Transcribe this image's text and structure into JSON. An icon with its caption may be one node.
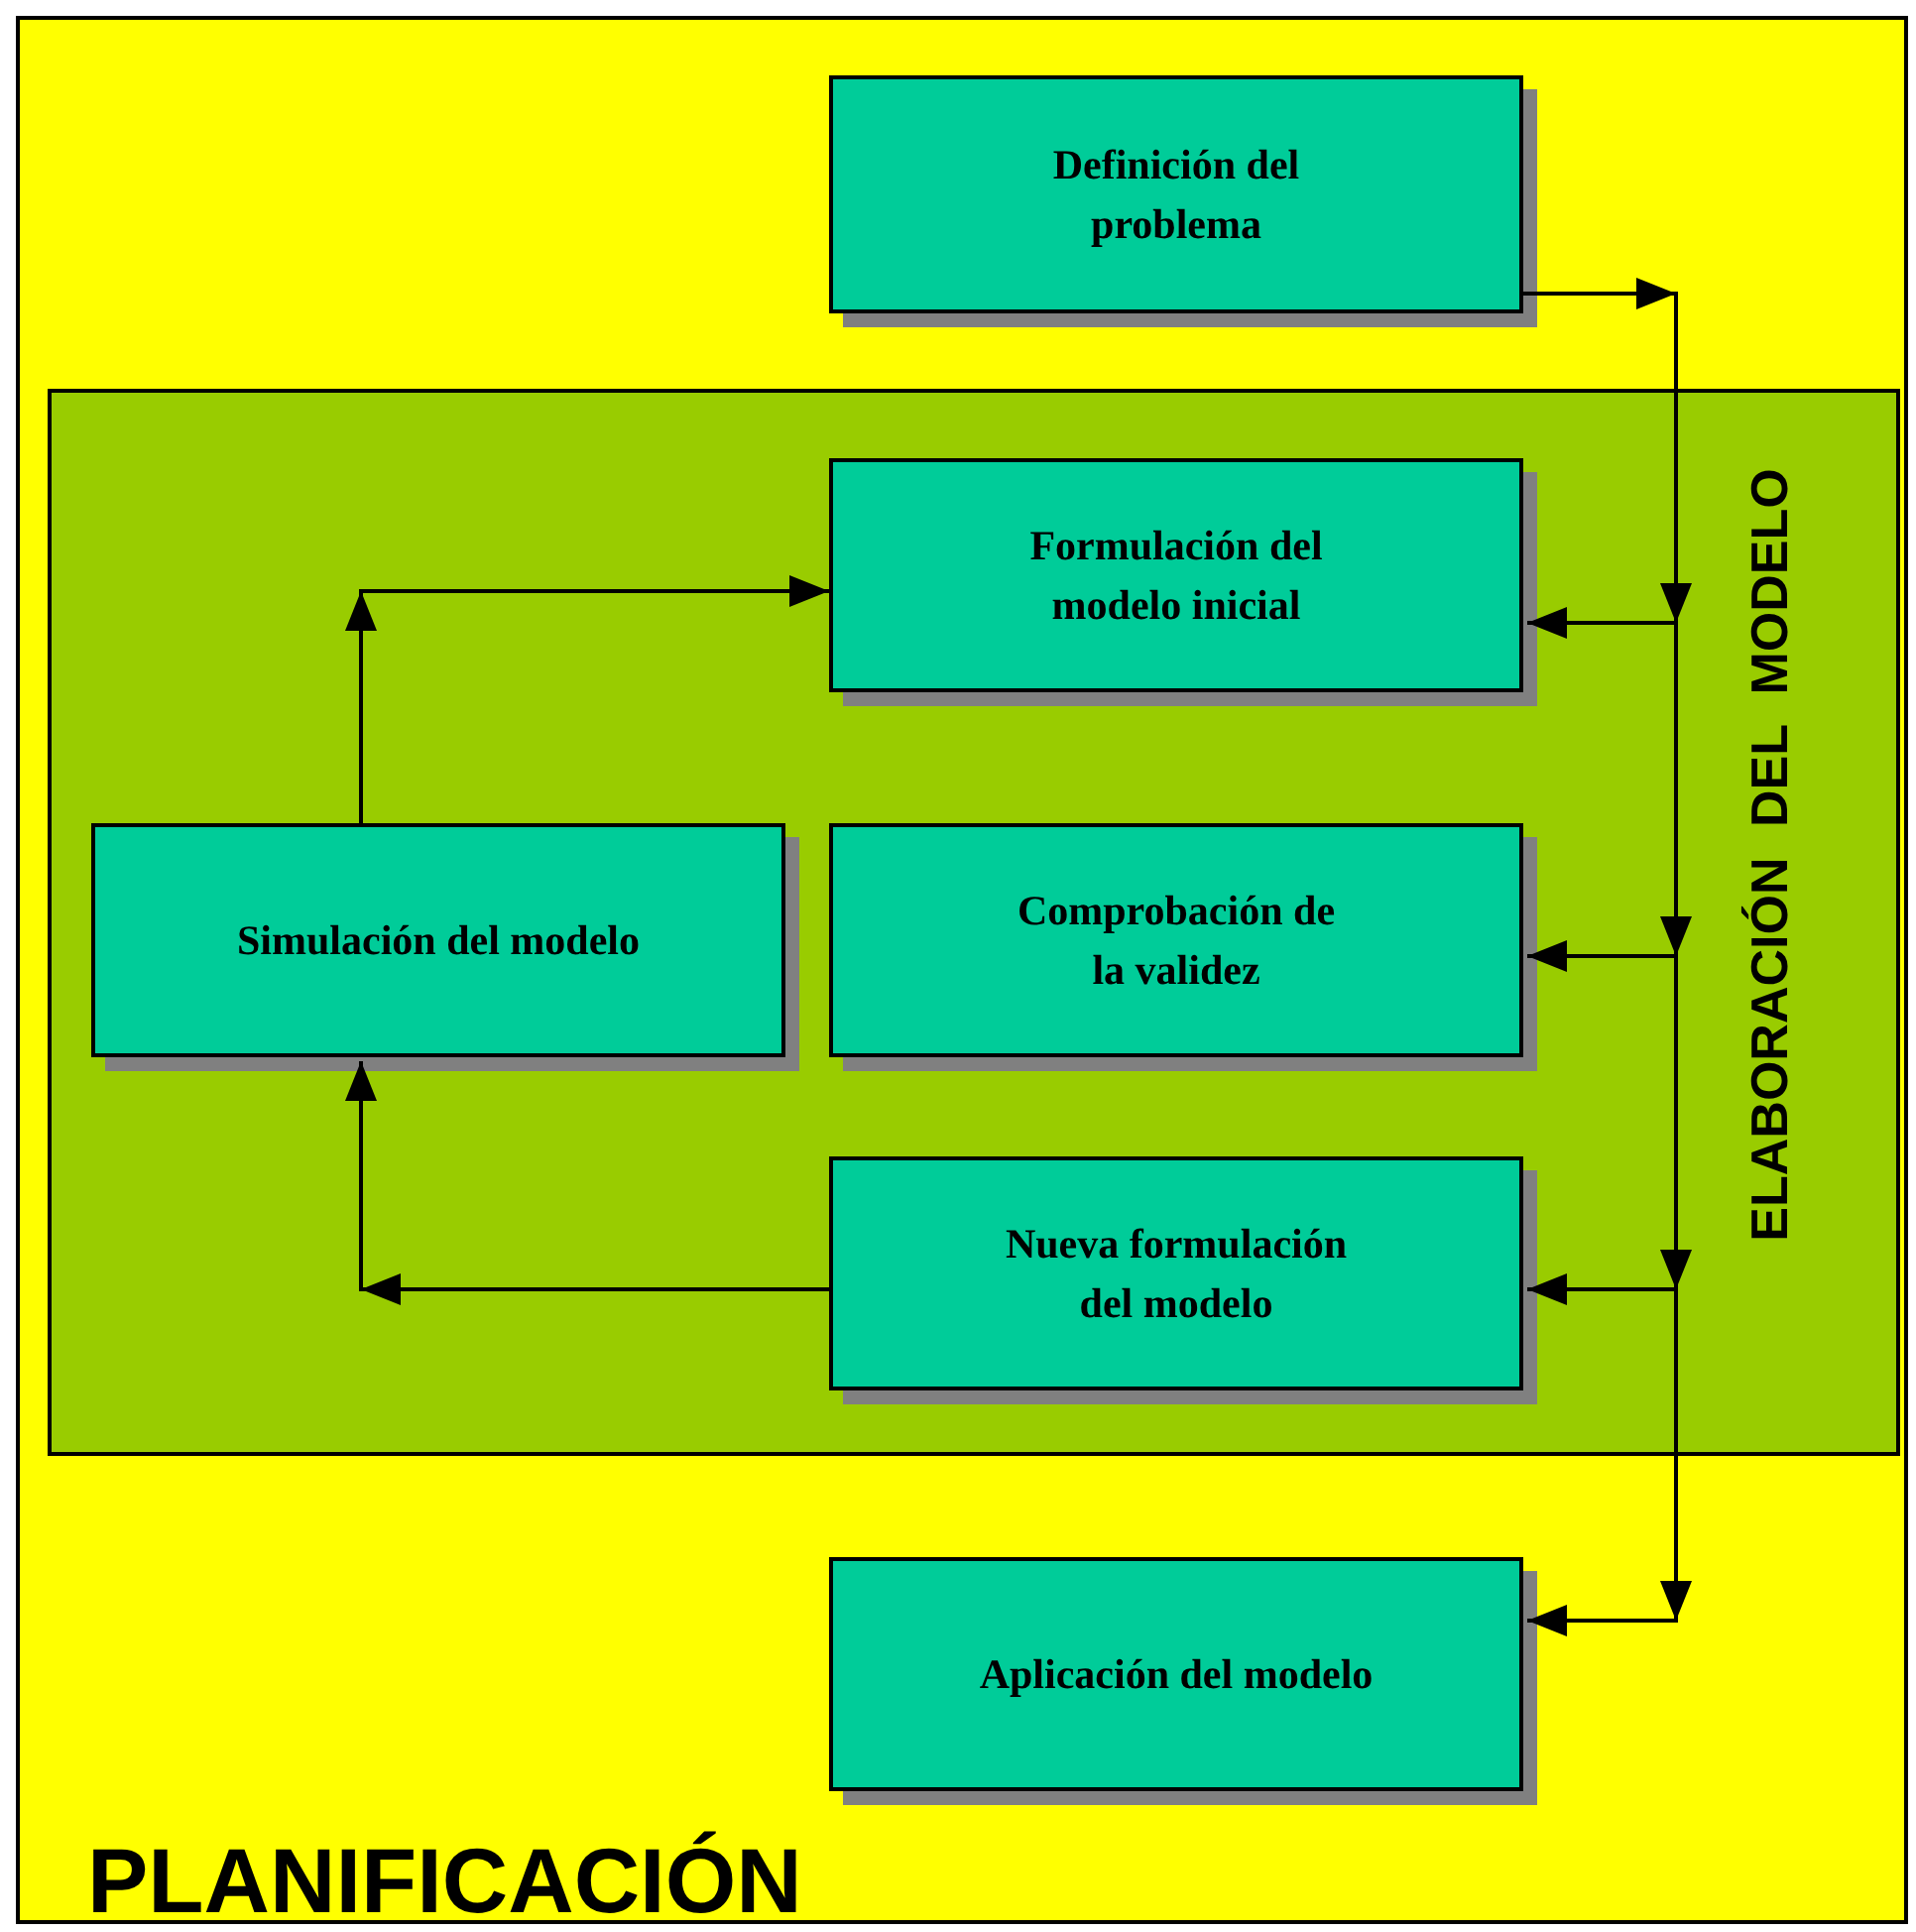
{
  "diagram": {
    "nodes": [
      {
        "text": [
          "PLANIFICACIÓN"
        ]
      },
      {
        "text": [
          "Definición del problema"
        ],
        "in": 0
      },
      {
        "text": [
          "ELABORACIÓN DEL MODELO"
        ],
        "in": 0
      },
      {
        "text": [
          "Formulación del modelo inicial"
        ],
        "in": 2
      },
      {
        "text": [
          "Simulación del modelo"
        ],
        "in": 2
      },
      {
        "text": [
          "Comprobación de la validez"
        ],
        "in": 2
      },
      {
        "text": [
          "Nueva formulación del modelo"
        ],
        "in": 2
      },
      {
        "text": [
          "Aplicación del modelo"
        ],
        "in": 0
      }
    ],
    "edges": [
      {
        "from": 1,
        "to": 3,
        "arrow": "to"
      },
      {
        "from": 1,
        "to": 5,
        "arrow": "to"
      },
      {
        "from": 1,
        "to": 6,
        "arrow": "to"
      },
      {
        "from": 1,
        "to": 7,
        "arrow": "to"
      },
      {
        "from": 4,
        "to": 3,
        "arrow": "to"
      },
      {
        "from": 6,
        "to": 4,
        "arrow": "to"
      }
    ]
  }
}
